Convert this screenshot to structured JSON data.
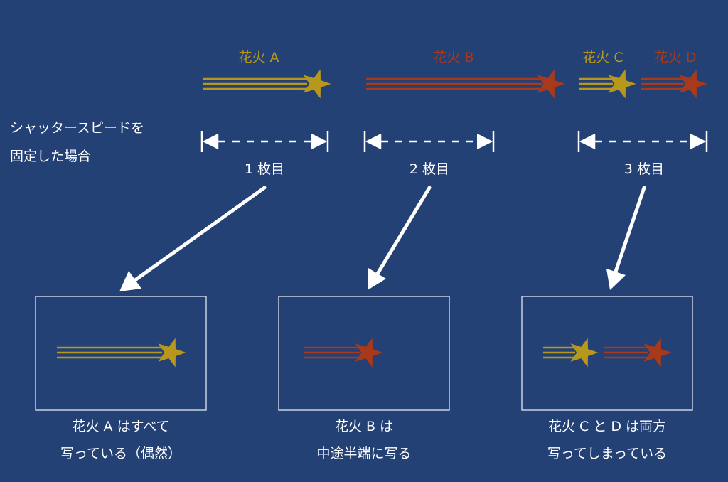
{
  "colors": {
    "background": "#234175",
    "gold": "#b8981a",
    "red": "#a8391b",
    "white": "#ffffff"
  },
  "fireworks": {
    "a": {
      "label": "花火 A"
    },
    "b": {
      "label": "花火 B"
    },
    "c": {
      "label": "花火 C"
    },
    "d": {
      "label": "花火 D"
    }
  },
  "caption": {
    "line1": "シャッタースピードを",
    "line2": "固定した場合"
  },
  "frames": [
    {
      "label": "1 枚目",
      "desc_line1": "花火 A はすべて",
      "desc_line2": "写っている（偶然）"
    },
    {
      "label": "2 枚目",
      "desc_line1": "花火 B は",
      "desc_line2": "中途半端に写る"
    },
    {
      "label": "3 枚目",
      "desc_line1": "花火 C と D は両方",
      "desc_line2": "写ってしまっている"
    }
  ]
}
